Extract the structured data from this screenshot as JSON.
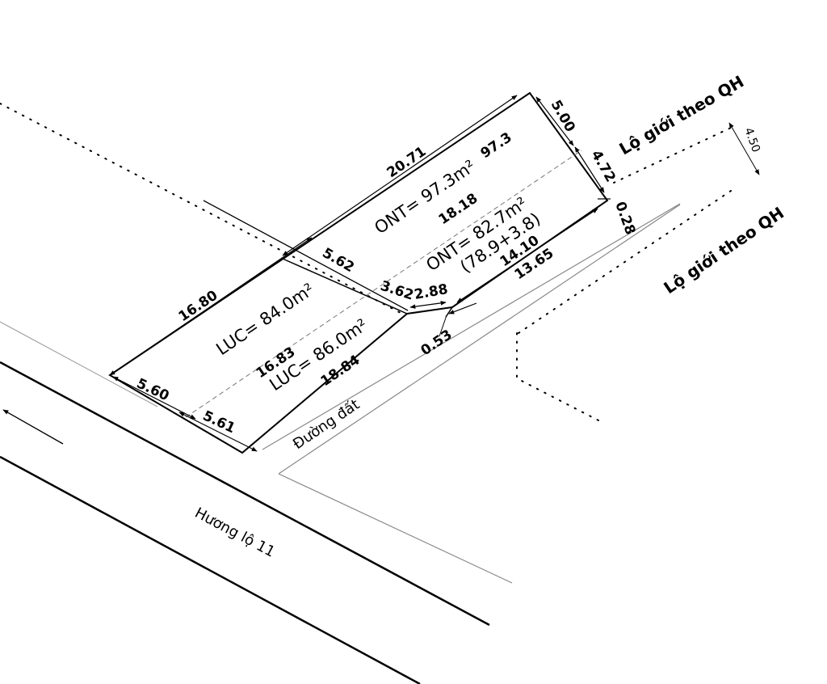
{
  "parcels": {
    "ont_top": "ONT= 97.3m²",
    "ont_bottom": "ONT= 82.7m²",
    "ont_bottom_formula": "(78.9+3.8)",
    "luc_top": "LUC= 84.0m²",
    "luc_bottom": "LUC= 86.0m²"
  },
  "dimensions": {
    "d_20_71": "20.71",
    "d_97_3": "97.3",
    "d_5_00": "5.00",
    "d_4_72": "4.72",
    "d_0_28": "0.28",
    "d_18_18": "18.18",
    "d_14_10": "14.10",
    "d_13_65": "13.65",
    "d_5_62": "5.62",
    "d_3_62": "3.62",
    "d_2_88": "2.88",
    "d_0_53": "0.53",
    "d_16_80": "16.80",
    "d_16_83": "16.83",
    "d_18_84": "18.84",
    "d_5_60": "5.60",
    "d_5_61": "5.61",
    "d_4_50": "4.50"
  },
  "labels": {
    "road_main": "Hương lộ 11",
    "road_dirt": "Đường đất",
    "setback_top": "Lộ giới theo QH",
    "setback_bottom": "Lộ giới theo QH"
  }
}
